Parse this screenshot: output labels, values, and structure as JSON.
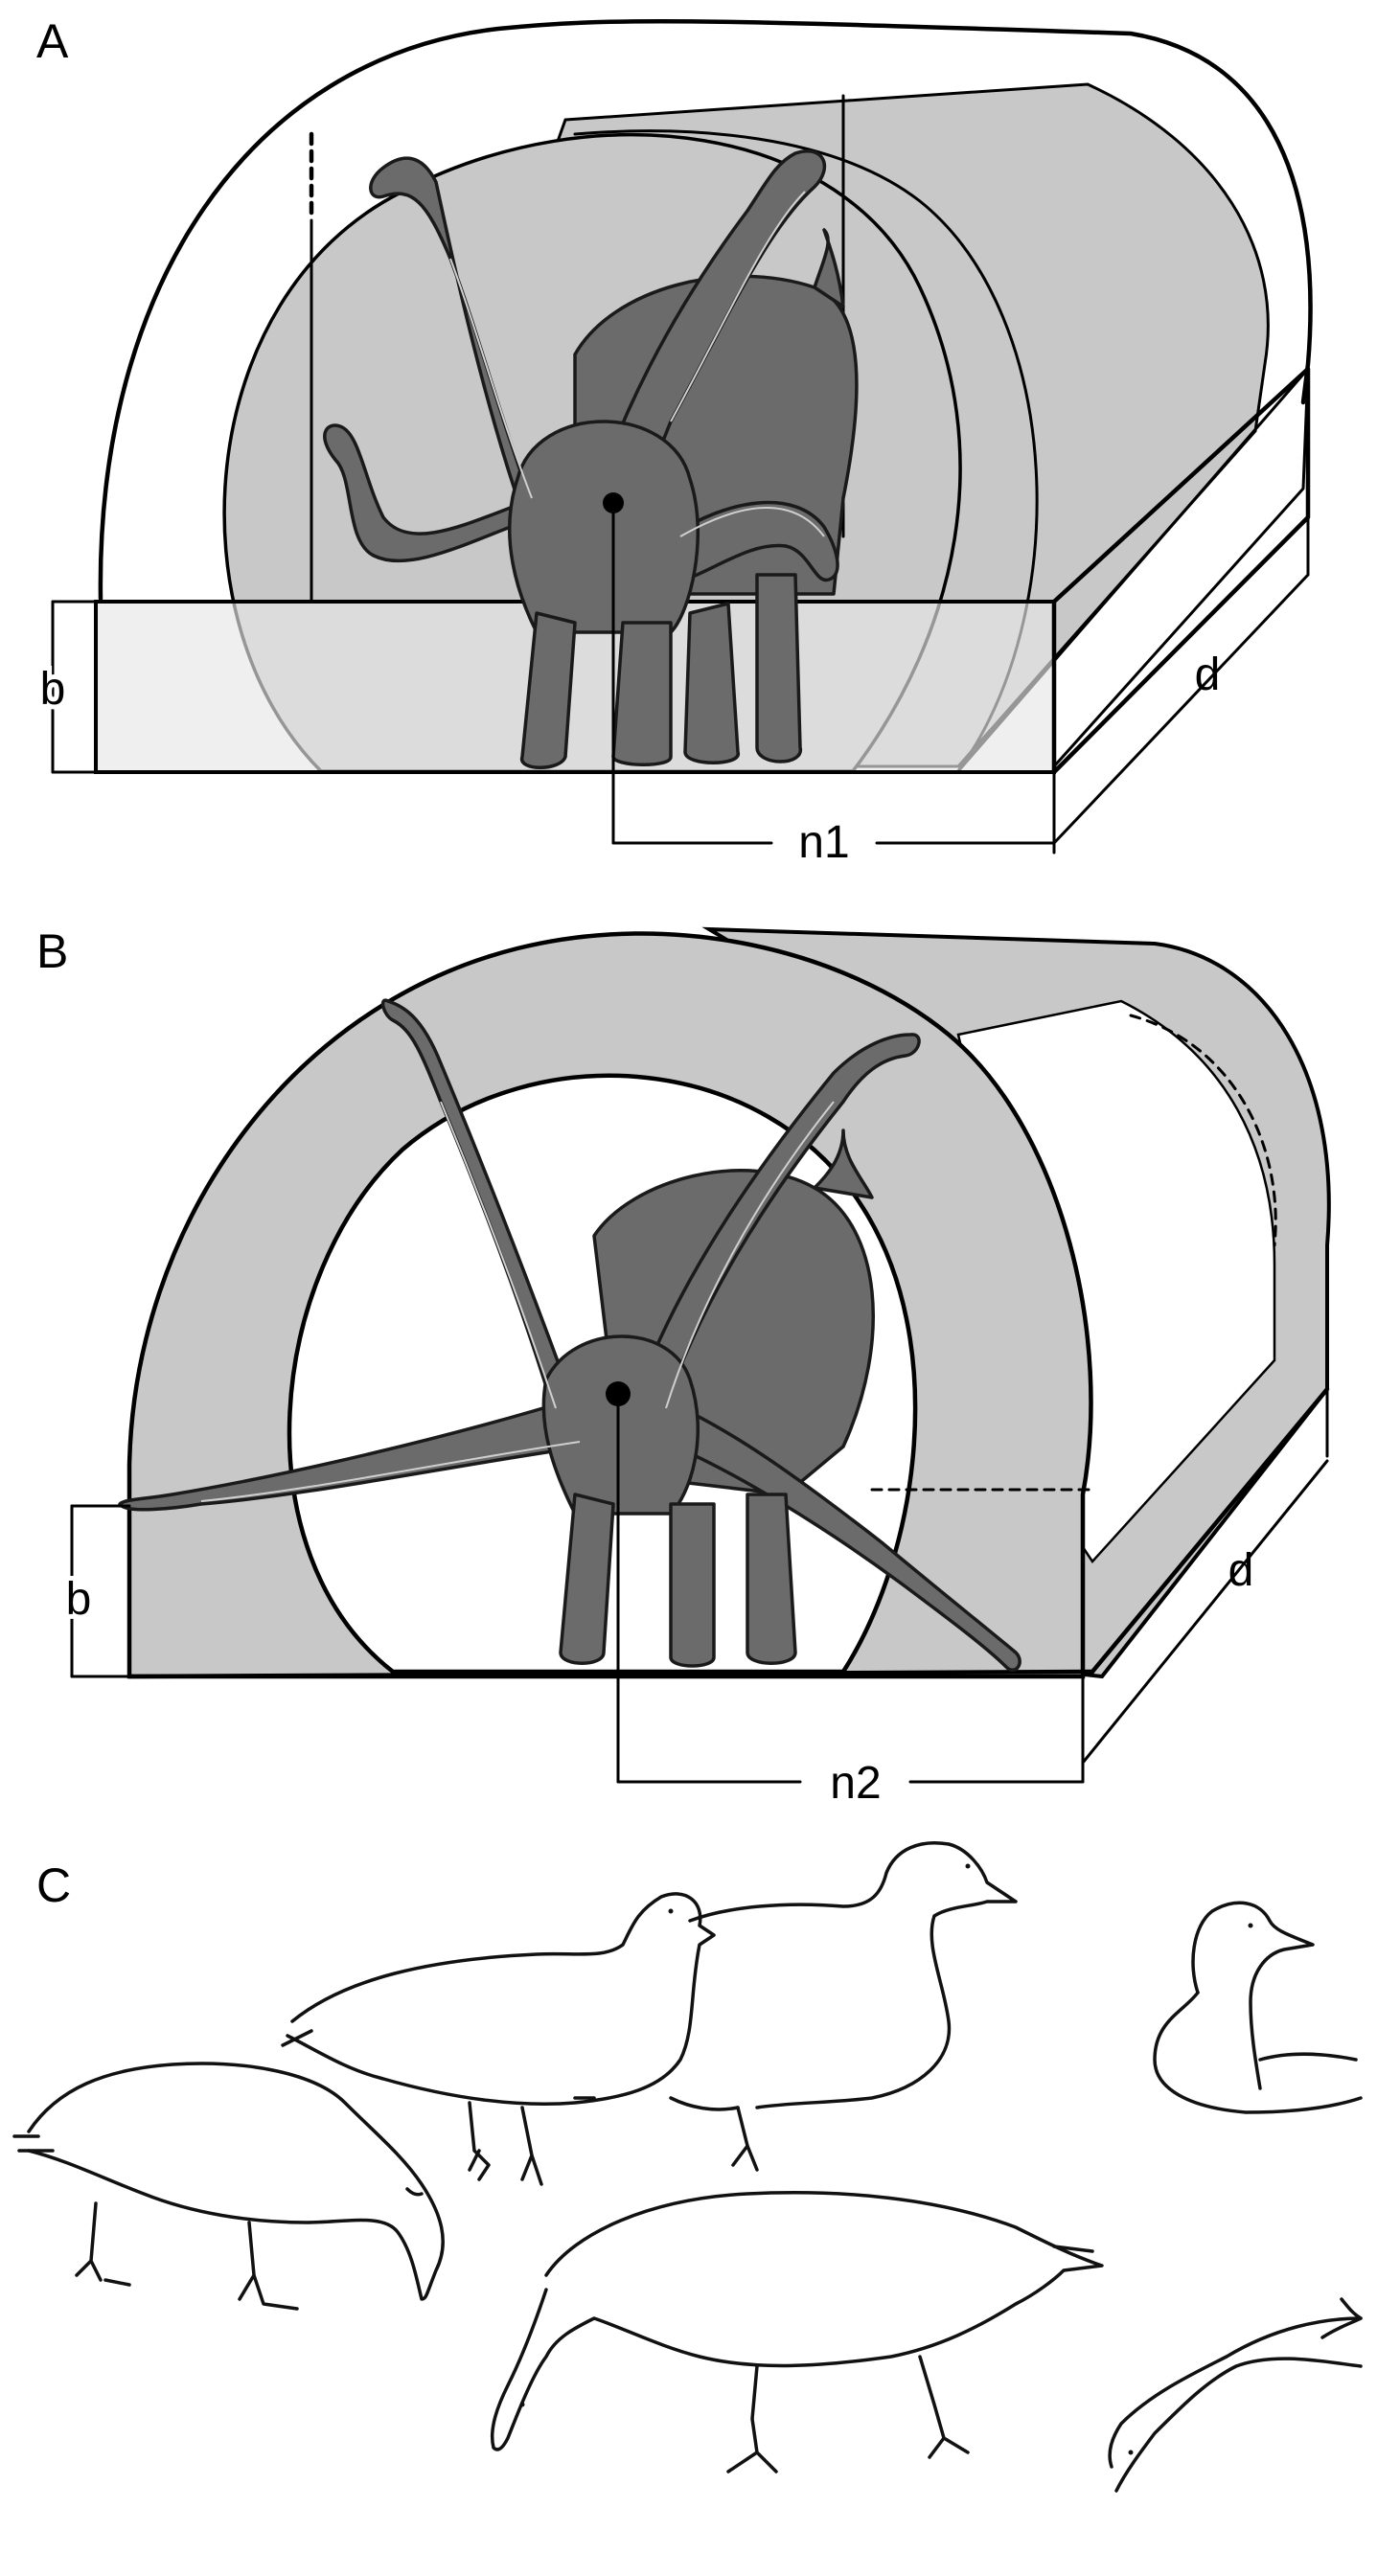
{
  "panels": {
    "a": {
      "label": "A",
      "dim_b": "b",
      "dim_d": "d",
      "dim_n": "n1"
    },
    "b": {
      "label": "B",
      "dim_b": "b",
      "dim_d": "d",
      "dim_n": "n2"
    },
    "c": {
      "label": "C"
    }
  },
  "colors": {
    "shell_gray": "#c8c8c8",
    "dino_gray": "#6b6b6b",
    "outline": "#000000",
    "background": "#ffffff"
  }
}
